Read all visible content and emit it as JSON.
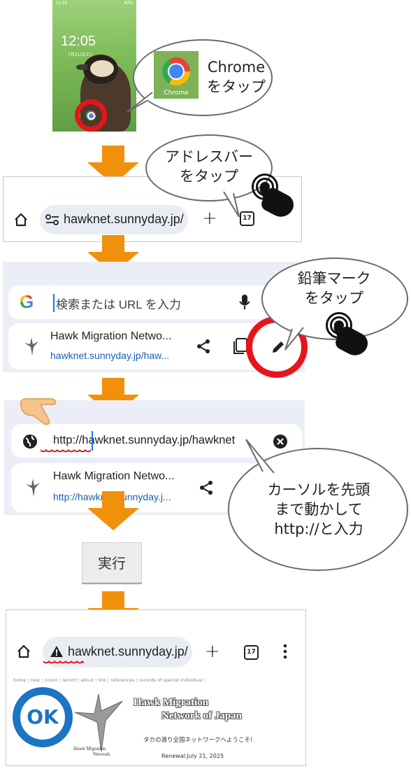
{
  "step1": {
    "status_left": "12:05",
    "status_right": "82%",
    "clock": "12:05",
    "date": "7月21日(土)",
    "tile_label": "Chrome",
    "bubble_line1": "Chrome",
    "bubble_line2": "をタップ"
  },
  "step2": {
    "bubble_line1": "アドレスバー",
    "bubble_line2": "をタップ",
    "url": "hawknet.sunnyday.jp/",
    "tab_count": "17",
    "icons": [
      "home-icon",
      "site-settings-icon",
      "new-tab-plus-icon",
      "tab-switcher-icon",
      "tap-gesture-icon"
    ]
  },
  "step3": {
    "search_placeholder": "検索または URL を入力",
    "suggestion_title": "Hawk Migration Netwo...",
    "suggestion_url": "hawknet.sunnyday.jp/haw...",
    "bubble_line1": "鉛筆マーク",
    "bubble_line2": "をタップ",
    "icons": [
      "google-icon",
      "mic-icon",
      "share-icon",
      "copy-icon",
      "pencil-icon"
    ]
  },
  "step4": {
    "url_edit": "http://hawknet.sunnyday.jp/hawknet",
    "suggestion_title": "Hawk Migration Netwo...",
    "suggestion_url": "http://hawknet.sunnyday.j...",
    "bubble_line1": "カーソルを先頭",
    "bubble_line2": "まで動かして",
    "bubble_line3": "http://と入力",
    "icons": [
      "globe-icon",
      "clear-icon",
      "share-icon",
      "pointing-hand-icon"
    ]
  },
  "run_button": "実行",
  "step5": {
    "url": "hawknet.sunnyday.jp/",
    "tab_count": "17",
    "nav_links": [
      "home",
      "new",
      "count",
      "record",
      "about",
      "link",
      "references",
      "records of special individual"
    ],
    "site_title_line1": "Hawk Migration",
    "site_title_line2": "Network of Japan",
    "logo_text_line1": "Hawk Migration",
    "logo_text_line2": "Network",
    "welcome": "タカの渡り全国ネットワークへようこそ!",
    "renewal": "Renewal:July 21, 2025",
    "ok_badge": "OK",
    "icons": [
      "home-icon",
      "warning-icon",
      "new-tab-plus-icon",
      "tab-switcher-icon",
      "more-vert-icon"
    ]
  },
  "colors": {
    "arrow": "#f0900b",
    "highlight_ring": "#e8141c",
    "ok": "#1c74c4",
    "wavy_underline": "#d81b1b"
  }
}
